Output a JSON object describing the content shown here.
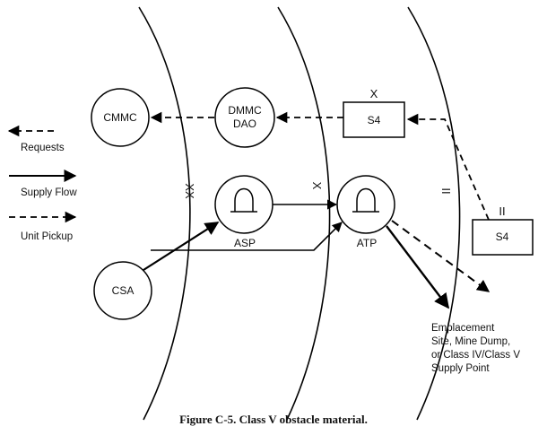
{
  "nodes": {
    "cmmc": "CMMC",
    "dmmc_dao": [
      "DMMC",
      "DAO"
    ],
    "s4_corps": "S4",
    "s4_bn": "S4",
    "asp": "ASP",
    "atp": "ATP",
    "csa": "CSA"
  },
  "echelons": {
    "corps_boundary": "XX",
    "division_boundary": "X",
    "brigade_boundary": "II",
    "s4_corps_symbol": "X",
    "s4_bn_symbol": "II"
  },
  "legend": {
    "requests": "Requests",
    "supply_flow": "Supply Flow",
    "unit_pickup": "Unit Pickup"
  },
  "destination": [
    "Emplacement",
    "Site, Mine Dump,",
    "or Class IV/Class V",
    "Supply Point"
  ],
  "caption": "Figure C-5. Class V obstacle material."
}
